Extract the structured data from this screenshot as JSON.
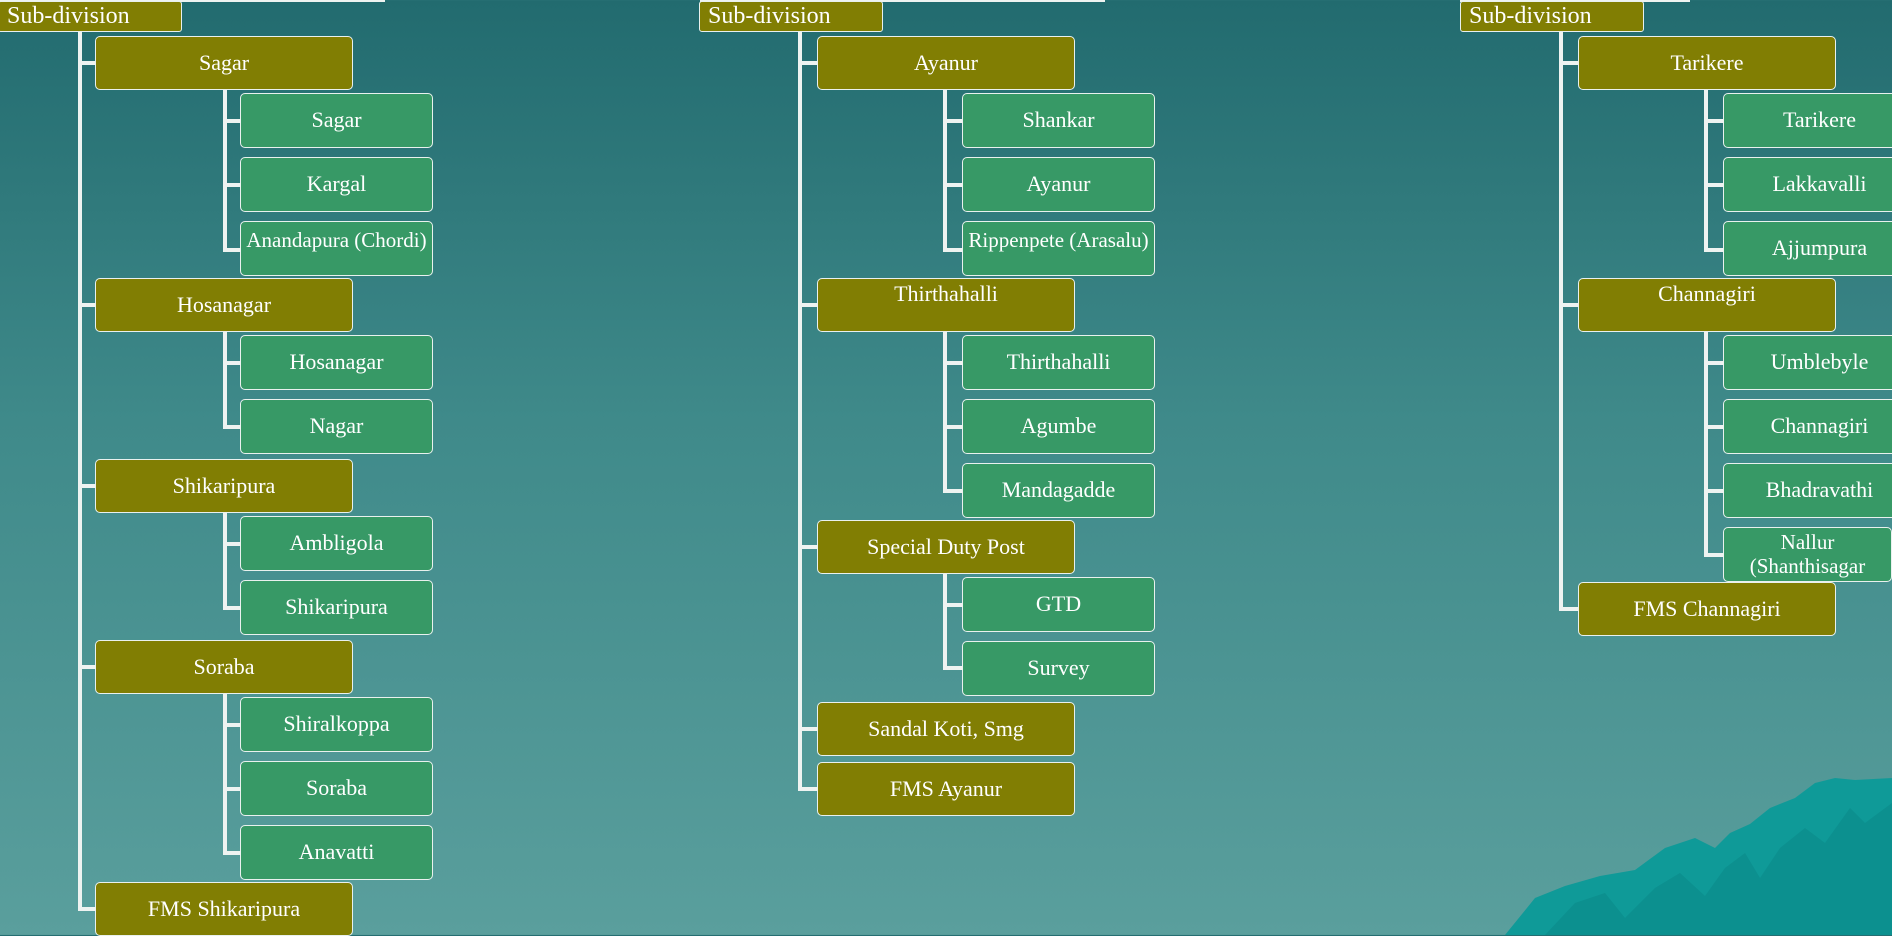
{
  "columns": [
    {
      "header": "Sub-division",
      "groups": [
        {
          "label": "Sagar",
          "children": [
            "Sagar",
            "Kargal",
            "Anandapura (Chordi)"
          ]
        },
        {
          "label": "Hosanagar",
          "children": [
            "Hosanagar",
            "Nagar"
          ]
        },
        {
          "label": "Shikaripura",
          "children": [
            "Ambligola",
            "Shikaripura"
          ]
        },
        {
          "label": "Soraba",
          "children": [
            "Shiralkoppa",
            "Soraba",
            "Anavatti"
          ]
        },
        {
          "label": "FMS Shikaripura",
          "children": []
        }
      ]
    },
    {
      "header": "Sub-division",
      "groups": [
        {
          "label": "Ayanur",
          "children": [
            "Shankar",
            "Ayanur",
            "Rippenpete (Arasalu)"
          ]
        },
        {
          "label": "Thirthahalli",
          "children": [
            "Thirthahalli",
            "Agumbe",
            "Mandagadde"
          ]
        },
        {
          "label": "Special Duty Post",
          "children": [
            "GTD",
            "Survey"
          ]
        },
        {
          "label": "Sandal Koti, Smg",
          "children": []
        },
        {
          "label": "FMS Ayanur",
          "children": []
        }
      ]
    },
    {
      "header": "Sub-division",
      "groups": [
        {
          "label": "Tarikere",
          "children": [
            "Tarikere",
            "Lakkavalli",
            "Ajjumpura"
          ]
        },
        {
          "label": "Channagiri",
          "children": [
            "Umblebyle",
            "Channagiri",
            "Bhadravathi",
            "Nallur (Shanthisagar"
          ]
        },
        {
          "label": "FMS Channagiri",
          "children": []
        }
      ]
    }
  ],
  "colors": {
    "level1_fill": "#817e03",
    "level2_fill": "#379966",
    "connector": "#eef3f1",
    "background_top": "#226b6f",
    "background_bottom": "#5a9f9d",
    "mountain": "#0f9a98"
  }
}
